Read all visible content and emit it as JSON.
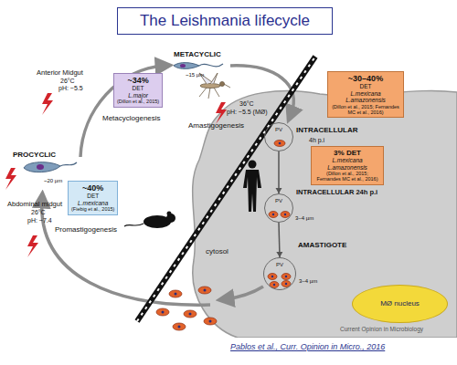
{
  "diagram": {
    "title": "The Leishmania lifecycle",
    "caption": "Pablos et al., Curr. Opinion in Micro., 2016",
    "nodes": [
      {
        "text": [
          "~34%",
          "DET",
          "L.major",
          "(Dillon et al., 2015)"
        ]
      },
      {
        "text": [
          "~40%",
          "DET",
          "L.mexicana",
          "(Fiebig et al., 2015)"
        ]
      },
      {
        "text": [
          "~30–40%",
          "DET",
          "L.mexicana",
          "L.amazonensis",
          "(Dillon et al., 2015; Fernandes MC et al., 2016)"
        ]
      },
      {
        "text": [
          "cytosol"
        ]
      },
      {
        "text": [
          "3% DET",
          "L.mexicana",
          "L.amazonensis",
          "(Dillon et al., 2015; Fernandes MC et al., 2016)"
        ],
        "in": 3
      },
      {
        "text": [
          "PV"
        ],
        "in": 3
      },
      {
        "text": [
          "PV"
        ],
        "in": 3
      },
      {
        "text": [
          "PV"
        ],
        "in": 3
      },
      {
        "text": [
          "MØ nucleus"
        ],
        "in": 3
      }
    ],
    "edges": [
      {
        "from": 5,
        "to": 6,
        "arrow": "to"
      },
      {
        "from": 6,
        "to": 7,
        "arrow": "to"
      }
    ],
    "labels": [
      "METACYCLIC",
      "~15 µm",
      "Anterior Midgut",
      "26°C",
      "pH: ~5.5",
      "Metacyclogenesis",
      "PROCYCLIC",
      "~20 µm",
      "Abdominal midgut",
      "26°C",
      "pH: ~7.4",
      "Promastigogenesis",
      "36°C",
      "pH: ~5.5 (MØ)",
      "Amastigogenesis",
      "INTRACELLULAR",
      "4h p.i",
      "INTRACELLULAR 24h p.i",
      "AMASTIGOTE",
      "3–4 µm",
      "3–4 µm",
      "Current Opinion in Microbiology"
    ]
  }
}
